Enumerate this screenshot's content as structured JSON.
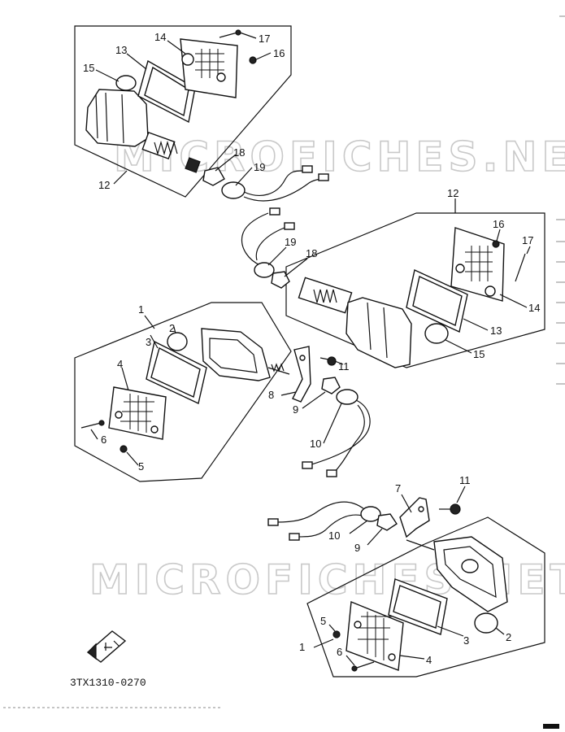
{
  "diagram": {
    "part_code": "3TX1310-0270",
    "watermark": "MICROFICHES.NET",
    "icon": "front-direction-arrow-icon",
    "callouts": {
      "a": {
        "n1": "17",
        "n2": "16",
        "n3": "14",
        "n4": "13",
        "n5": "15",
        "n6": "12",
        "n7": "18",
        "n8": "19"
      },
      "b": {
        "n1": "12",
        "n2": "16",
        "n3": "17",
        "n4": "19",
        "n5": "18",
        "n6": "14",
        "n7": "13",
        "n8": "15"
      },
      "c": {
        "n1": "1",
        "n2": "2",
        "n3": "3",
        "n4": "4",
        "n5": "6",
        "n6": "5",
        "n7": "11",
        "n8": "8",
        "n9": "9",
        "n10": "10"
      },
      "d": {
        "n1": "11",
        "n2": "7",
        "n3": "10",
        "n4": "9",
        "n5": "5",
        "n6": "3",
        "n7": "2",
        "n8": "1",
        "n9": "6",
        "n10": "4"
      }
    }
  }
}
